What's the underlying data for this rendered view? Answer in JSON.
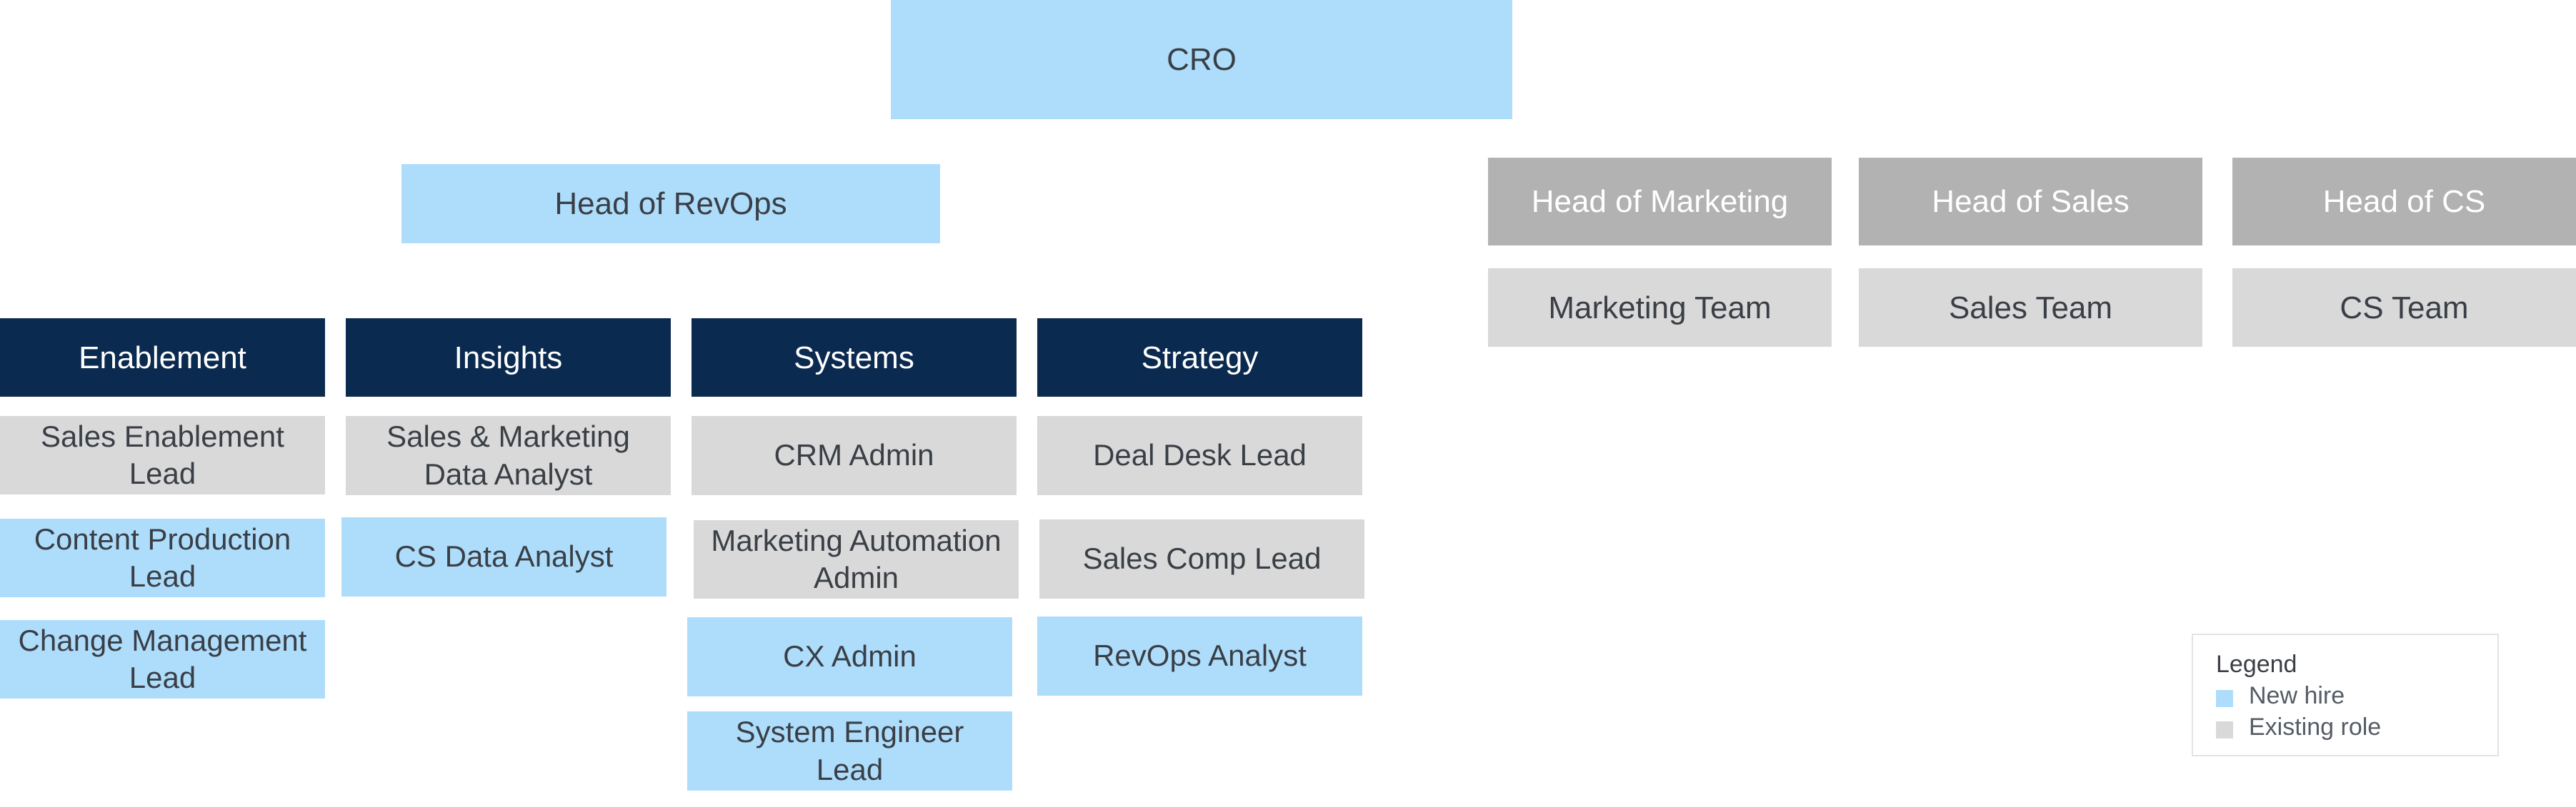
{
  "cro": {
    "label": "CRO",
    "status": "new"
  },
  "head_revops": {
    "label": "Head of RevOps",
    "status": "new"
  },
  "other_heads": [
    {
      "label": "Head of Marketing",
      "team": "Marketing Team"
    },
    {
      "label": "Head of Sales",
      "team": "Sales Team"
    },
    {
      "label": "Head of CS",
      "team": "CS Team"
    }
  ],
  "teams": [
    {
      "label": "Enablement",
      "roles": [
        {
          "label": "Sales Enablement Lead",
          "status": "existing"
        },
        {
          "label": "Content Production Lead",
          "status": "new"
        },
        {
          "label": "Change Management Lead",
          "status": "new"
        }
      ]
    },
    {
      "label": "Insights",
      "roles": [
        {
          "label": "Sales & Marketing Data Analyst",
          "status": "existing"
        },
        {
          "label": "CS Data Analyst",
          "status": "new"
        }
      ]
    },
    {
      "label": "Systems",
      "roles": [
        {
          "label": "CRM Admin",
          "status": "existing"
        },
        {
          "label": "Marketing Automation Admin",
          "status": "existing"
        },
        {
          "label": "CX Admin",
          "status": "new"
        },
        {
          "label": "System Engineer Lead",
          "status": "new"
        }
      ]
    },
    {
      "label": "Strategy",
      "roles": [
        {
          "label": "Deal Desk Lead",
          "status": "existing"
        },
        {
          "label": "Sales Comp Lead",
          "status": "existing"
        },
        {
          "label": "RevOps Analyst",
          "status": "new"
        }
      ]
    }
  ],
  "legend": {
    "title": "Legend",
    "items": [
      {
        "label": "New hire",
        "color": "#aeddfc"
      },
      {
        "label": "Existing role",
        "color": "#d9d9d9"
      }
    ]
  },
  "colors": {
    "new_hire": "#aeddfc",
    "existing_role": "#d9d9d9",
    "other_head": "#b2b2b2",
    "team_header": "#0b2a4f"
  }
}
